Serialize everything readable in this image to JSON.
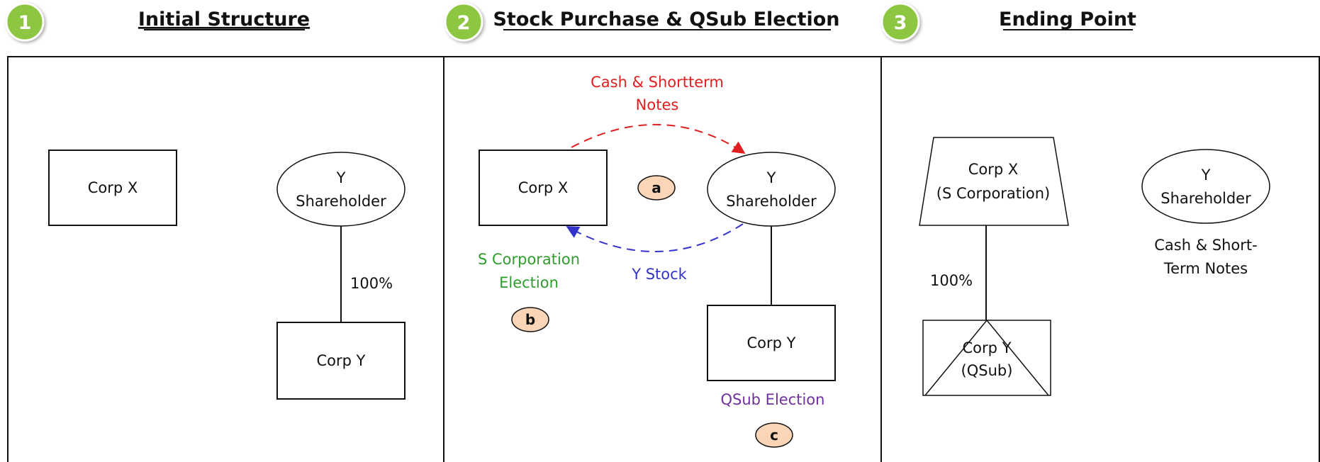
{
  "colors": {
    "step_badge": "#8dc63f",
    "tag_badge": "#fbd5b5",
    "cash_arrow": "#e02020",
    "stock_arrow": "#3333cc",
    "s_election": "#2e9e2e",
    "qsub_election": "#7030a0"
  },
  "steps": [
    {
      "number": "1",
      "title": "Initial Structure",
      "corp_x": "Corp X",
      "shareholder": [
        "Y",
        "Shareholder"
      ],
      "ownership": "100%",
      "corp_y": "Corp Y"
    },
    {
      "number": "2",
      "title": "Stock Purchase & QSub Election",
      "corp_x": "Corp X",
      "shareholder": [
        "Y",
        "Shareholder"
      ],
      "corp_y": "Corp Y",
      "cash_label": [
        "Cash & Shortterm",
        "Notes"
      ],
      "stock_label": "Y Stock",
      "s_election_label": [
        "S Corporation",
        "Election"
      ],
      "qsub_election_label": "QSub Election",
      "tags": [
        "a",
        "b",
        "c"
      ]
    },
    {
      "number": "3",
      "title": "Ending Point",
      "corp_x": [
        "Corp X",
        "(S Corporation)"
      ],
      "shareholder": [
        "Y",
        "Shareholder"
      ],
      "shareholder_holdings": [
        "Cash & Short-",
        "Term Notes"
      ],
      "ownership": "100%",
      "corp_y": [
        "Corp Y",
        "(QSub)"
      ]
    }
  ]
}
